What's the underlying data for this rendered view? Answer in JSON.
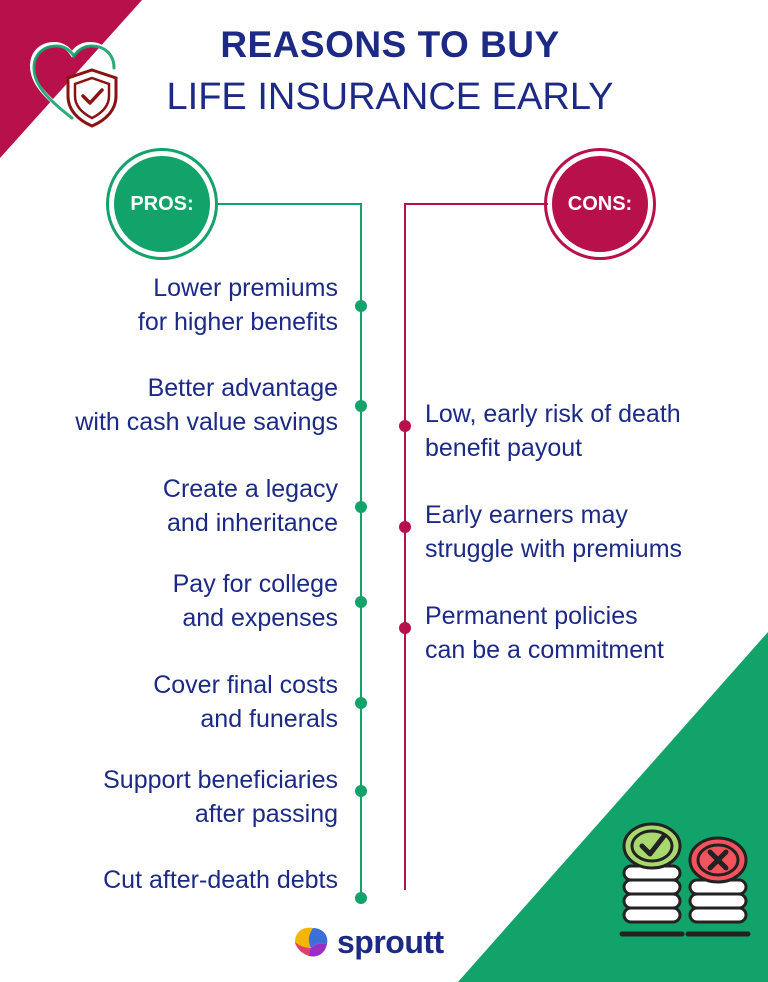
{
  "header": {
    "title_line1": "REASONS TO BUY",
    "title_line2": "LIFE INSURANCE EARLY"
  },
  "pros": {
    "label": "PROS:",
    "items": [
      {
        "line1": "Lower premiums",
        "line2": "for higher benefits"
      },
      {
        "line1": "Better advantage",
        "line2": "with cash value savings"
      },
      {
        "line1": "Create a legacy",
        "line2": "and inheritance"
      },
      {
        "line1": "Pay for college",
        "line2": "and expenses"
      },
      {
        "line1": "Cover final costs",
        "line2": "and funerals"
      },
      {
        "line1": "Support beneficiaries",
        "line2": "after passing"
      },
      {
        "line1": "Cut after-death debts",
        "line2": ""
      }
    ]
  },
  "cons": {
    "label": "CONS:",
    "items": [
      {
        "line1": "Low, early risk of death",
        "line2": "benefit payout"
      },
      {
        "line1": "Early earners may",
        "line2": "struggle with  premiums"
      },
      {
        "line1": "Permanent policies",
        "line2": "can be a commitment"
      }
    ]
  },
  "brand": {
    "name": "sproutt"
  },
  "colors": {
    "primary_text": "#1c2a86",
    "pros_green": "#12a36a",
    "cons_red": "#b8104a"
  },
  "icons": {
    "top_left": "heart-shield-check-icon",
    "bottom_right": "coin-stacks-check-cross-icon",
    "logo": "sproutt-leaf-logo-icon"
  }
}
